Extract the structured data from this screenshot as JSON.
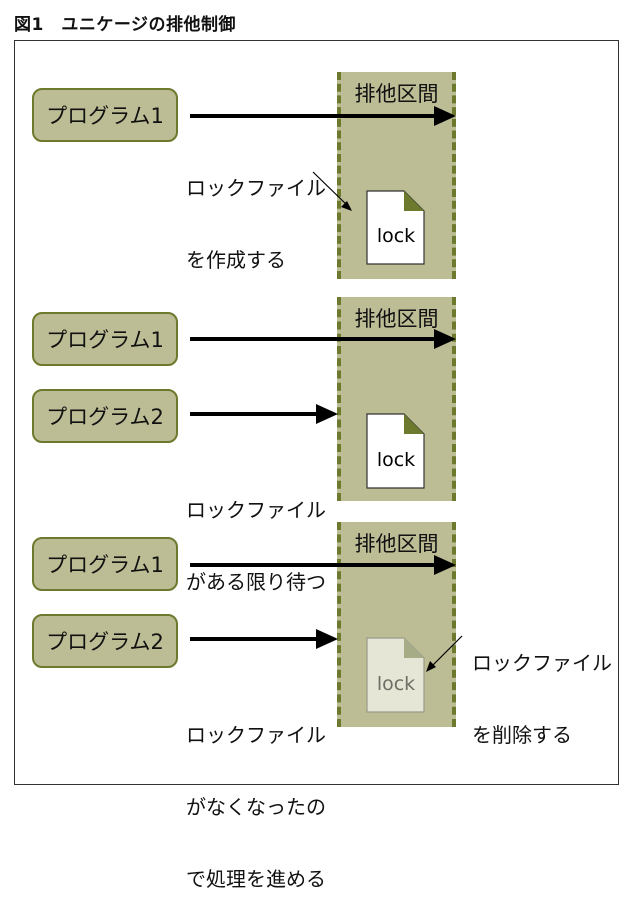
{
  "title": "図1　ユニケージの排他制御",
  "zone_label": "排他区間",
  "doc_label": "lock",
  "panel1": {
    "program1": "プログラム1",
    "note_line1": "ロックファイル",
    "note_line2": "を作成する"
  },
  "panel2": {
    "program1": "プログラム1",
    "program2": "プログラム2",
    "note_line1": "ロックファイル",
    "note_line2": "がある限り待つ"
  },
  "panel3": {
    "program1": "プログラム1",
    "program2": "プログラム2",
    "note_line1": "ロックファイル",
    "note_line2": "がなくなったの",
    "note_line3": "で処理を進める",
    "delete_line1": "ロックファイル",
    "delete_line2": "を削除する"
  },
  "colors": {
    "zone_fill": "#bcbc95",
    "zone_border": "#6d7a2d",
    "doc_fold": "#6d7a2d",
    "doc_faded_fill": "#e6e6d6"
  },
  "icons": [
    "file-icon",
    "arrow-icon"
  ]
}
